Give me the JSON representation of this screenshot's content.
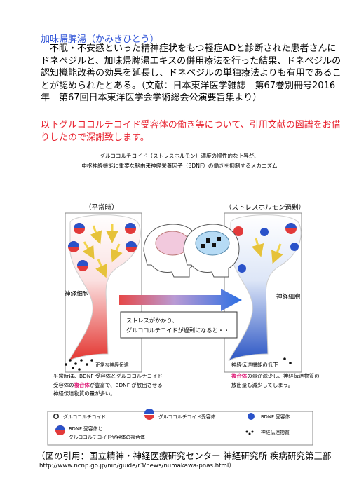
{
  "link_title": "加味帰脾湯（かみきひとう）",
  "paragraph": "　不眠・不安感といった精神症状をもつ軽症ADと診断された患者さんにドネペジルと、加味帰脾湯エキスの併用療法を行った結果、ドネペジルの認知機能改善の効果を延長し、ドネペジルの単独療法よりも有用であることが認められたとある。（文献：日本東洋医学雑誌　第67巻別冊号2016年　第67回日本東洋医学会学術総会公演要旨集より）",
  "red_note": "以下グルココルチコイド受容体の働き等について、引用文献の図譜をお借りしたので深謝致します。",
  "figure": {
    "caption_line1": "グルココルチコイド（ストレスホルモン）濃度の慢性的な上昇が、",
    "caption_line2": "中枢神経機能に重要な脳由来神経栄養因子（BDNF）の働きを抑制するメカニズム",
    "normal_title": "（平常時）",
    "stress_title": "（ストレスホルモン過剰）",
    "neuron_label_left": "神経細胞",
    "neuron_label_right": "神経細胞",
    "normal_transmission": "正常な神経伝達",
    "impaired_transmission": "神経伝達機能の低下",
    "stress_box_line1": "ストレスがかかり、",
    "stress_box_line2": "グルココルチコイドが過剰になると・・",
    "left_desc": {
      "l1": "平常時は、BDNF 受容体とグルココルチコイド",
      "l2a": "受容体の",
      "l2b": "複合体",
      "l2c": "が豊富で、BDNF が放出させる",
      "l3": "神経伝達物質の量が多い。"
    },
    "right_desc": {
      "l1a": "複合体",
      "l1b": "の量が減少し、神経伝達物質の",
      "l2": "放出量も減少してしまう。"
    },
    "legend": {
      "glucocorticoid": "グルココルチコイド",
      "gc_receptor": "グルココルチコイド受容体",
      "bdnf_receptor": "BDNF 受容体",
      "complex_line1": "BDNF 受容体と",
      "complex_line2": "グルココルチコイド受容体の複合体",
      "neurotransmitter": "神経伝達物質"
    },
    "colors": {
      "receptor_red": "#e23a3a",
      "receptor_blue": "#2a52c9",
      "arrow_yellow": "#f2d34b"
    }
  },
  "citation": "（図の引用：国立精神・神経医療研究センター 神経研究所 疾病研究第三部",
  "url": "http://www.ncnp.go.jp/nin/guide/r3/news/numakawa-pnas.html）"
}
